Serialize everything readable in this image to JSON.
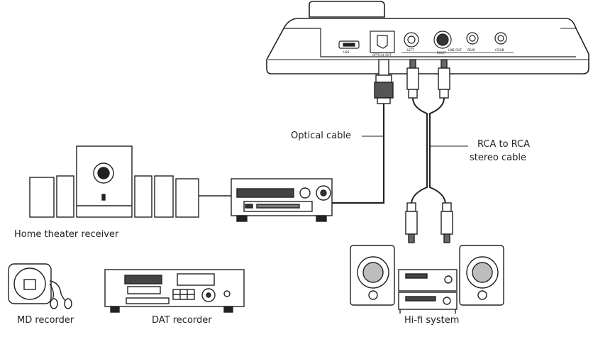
{
  "labels": {
    "optical_cable": "Optical cable",
    "rca_cable_line1": "RCA to RCA",
    "rca_cable_line2": "stereo cable",
    "home_theater": "Home theater receiver",
    "md_recorder": "MD recorder",
    "dat_recorder": "DAT recorder",
    "hifi": "Hi-fi system"
  },
  "ports": {
    "usb": "USB",
    "optical_out": "OPTICAL OUT",
    "left": "LEFT",
    "right": "RIGHT",
    "line_out": "LINE OUT",
    "rear": "REAR",
    "center": "C/SUB"
  },
  "colors": {
    "line": "#222222",
    "device_fill": "#ffffff",
    "dark": "#2a2a2a",
    "shade": "#bdbdbd"
  }
}
